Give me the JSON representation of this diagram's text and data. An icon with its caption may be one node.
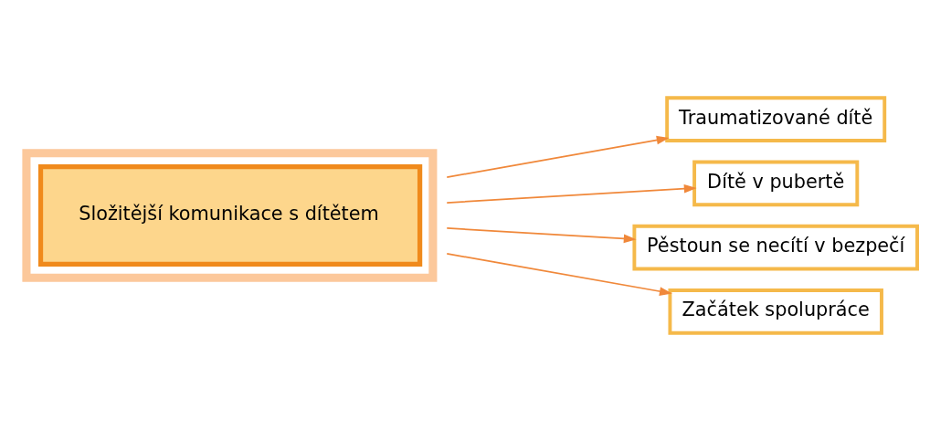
{
  "diagram": {
    "nodes": [
      {
        "text": [
          "Složitější komunikace s dítětem"
        ]
      },
      {
        "text": [
          "Traumatizované dítě"
        ]
      },
      {
        "text": [
          "Dítě v pubertě"
        ]
      },
      {
        "text": [
          "Pěstoun se necítí v bezpečí"
        ]
      },
      {
        "text": [
          "Začátek spolupráce"
        ]
      }
    ],
    "edges": [
      {
        "from": 0,
        "to": 1,
        "arrow": "to"
      },
      {
        "from": 0,
        "to": 2,
        "arrow": "to"
      },
      {
        "from": 0,
        "to": 3,
        "arrow": "to"
      },
      {
        "from": 0,
        "to": 4,
        "arrow": "to"
      }
    ]
  }
}
